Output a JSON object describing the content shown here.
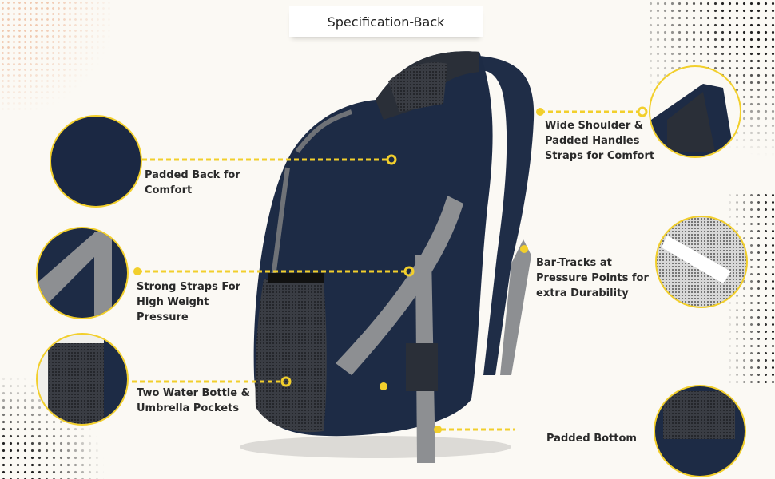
{
  "title": "Specification-Back",
  "colors": {
    "accent": "#f2cf2c",
    "bag": "#1d2b45",
    "strap": "#8d8f92",
    "background": "#fbf9f4"
  },
  "features": {
    "padded_back": {
      "line1": "Padded Back for",
      "line2": "Comfort"
    },
    "strong_straps": {
      "line1": "Strong Straps For",
      "line2": "High Weight",
      "line3": "Pressure"
    },
    "pockets": {
      "line1": "Two Water Bottle &",
      "line2": "Umbrella Pockets"
    },
    "shoulder": {
      "line1": "Wide Shoulder &",
      "line2": "Padded Handles",
      "line3": "Straps for Comfort"
    },
    "bar_tracks": {
      "line1": "Bar-Tracks at",
      "line2": "Pressure Points for",
      "line3": "extra Durability"
    },
    "bottom": {
      "line1": "Padded Bottom"
    }
  }
}
